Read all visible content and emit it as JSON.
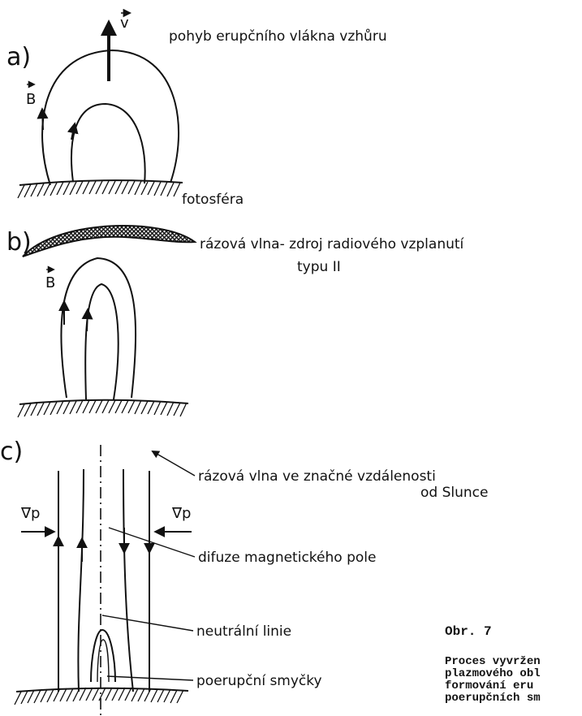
{
  "panels": {
    "a": {
      "letter": "a)",
      "velocity_symbol": "v",
      "field_symbol": "B",
      "motion_label": "pohyb erupčního vlákna vzhůru",
      "surface_label": "fotosféra"
    },
    "b": {
      "letter": "b)",
      "field_symbol": "B",
      "shock_label_line1": "rázová vlna- zdroj radiového vzplanutí",
      "shock_label_line2": "typu II"
    },
    "c": {
      "letter": "c)",
      "grad_p_left": "∇p",
      "grad_p_right": "∇p",
      "shock_far_line1": "rázová vlna ve značné vzdálenosti",
      "shock_far_line2": "od Slunce",
      "diffusion_label": "difuze magnetického pole",
      "neutral_label": "neutrální linie",
      "loops_label": "poerupční smyčky"
    }
  },
  "caption": {
    "title": "Obr. 7",
    "lines": [
      "Proces vyvržen",
      "plazmového obl",
      "formování eru",
      "poerupčních sm"
    ]
  }
}
